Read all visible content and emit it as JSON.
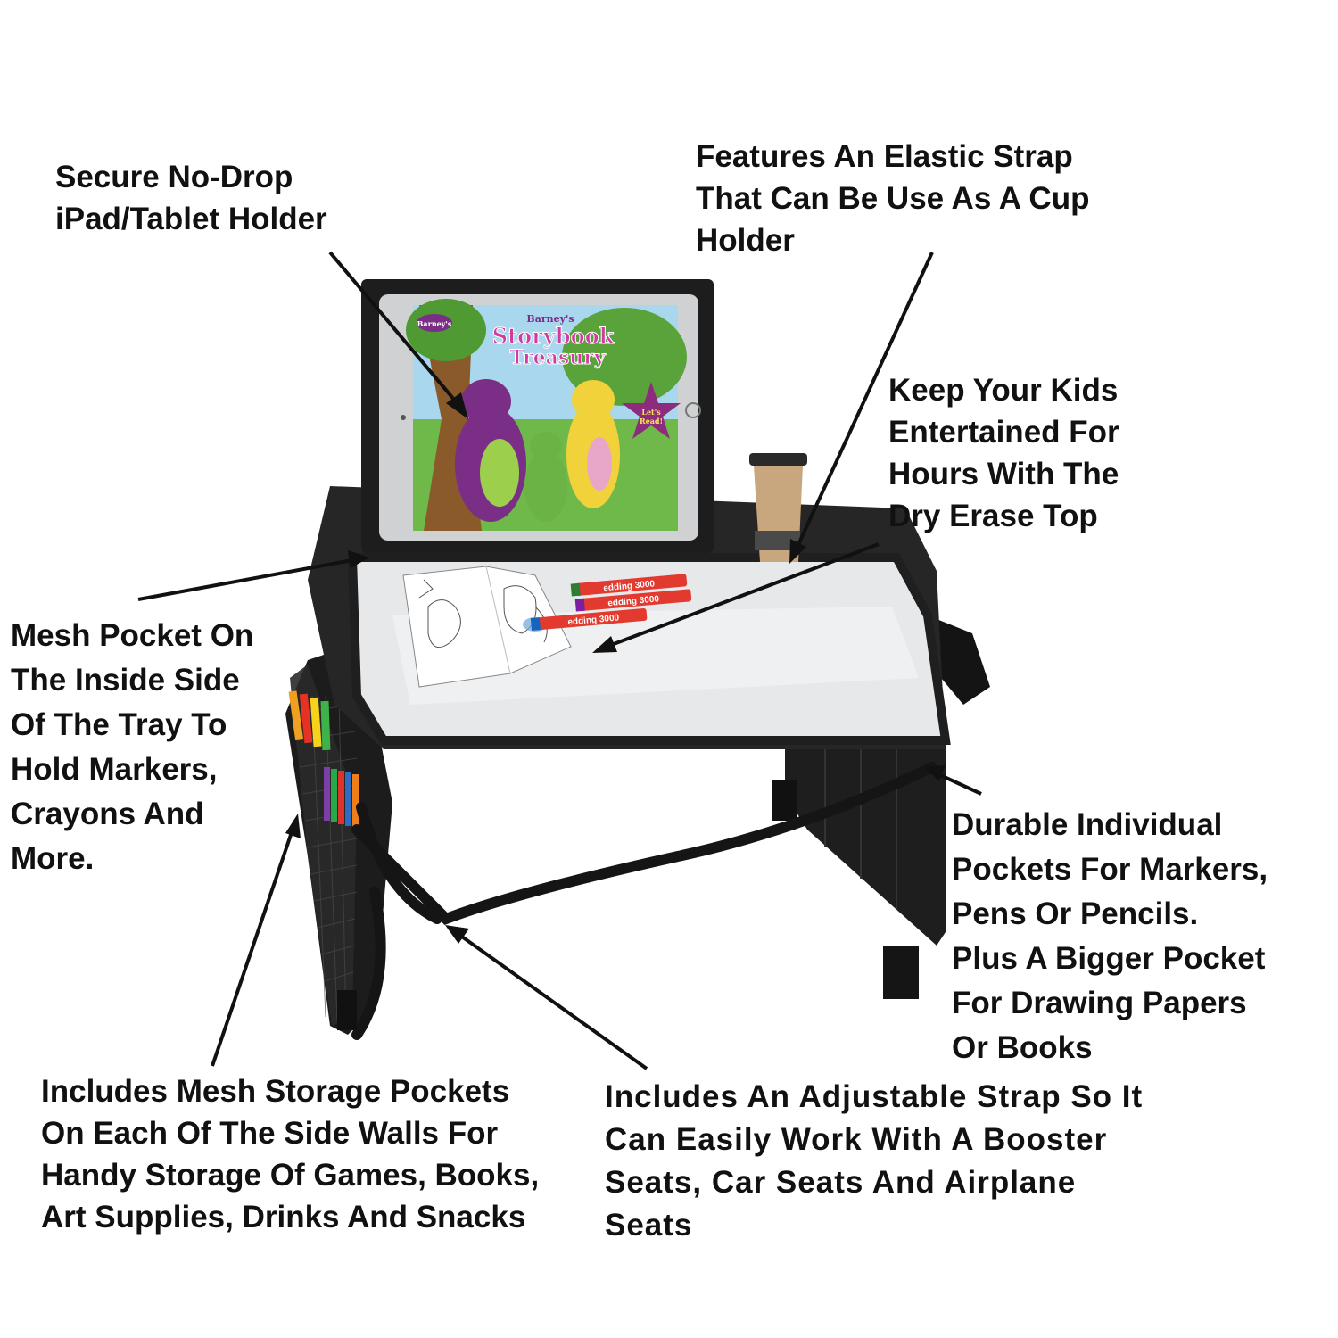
{
  "callouts": {
    "tablet_holder": {
      "lines": [
        "Secure No-Drop",
        "iPad/Tablet Holder"
      ]
    },
    "cup_holder": {
      "lines": [
        "Features An Elastic Strap",
        "That Can Be Use As A Cup",
        "Holder"
      ]
    },
    "dry_erase": {
      "lines": [
        "Keep Your Kids",
        "Entertained For",
        "Hours With The",
        "Dry Erase Top"
      ]
    },
    "mesh_inside": {
      "lines": [
        "Mesh Pocket On",
        "The Inside Side",
        "Of The Tray To",
        "Hold Markers,",
        "Crayons And",
        "More."
      ]
    },
    "individual_pockets": {
      "lines": [
        "Durable Individual",
        "Pockets For Markers,",
        "Pens Or Pencils.",
        "Plus A Bigger Pocket",
        "For Drawing Papers",
        "Or Books"
      ]
    },
    "mesh_side": {
      "lines": [
        "Includes Mesh Storage Pockets",
        "On Each Of The Side Walls For",
        "Handy Storage Of Games, Books,",
        "Art Supplies, Drinks And Snacks"
      ]
    },
    "adjustable_strap": {
      "lines": [
        "Includes An Adjustable Strap So It",
        "Can Easily Work With A Booster",
        "Seats, Car Seats And Airplane",
        "Seats"
      ]
    }
  },
  "tablet_screen": {
    "brand": "Barney's",
    "title_line1": "Storybook",
    "title_line2": "Treasury",
    "badge_line1": "Let's",
    "badge_line2": "Read!"
  },
  "marker_label": "edding 3000",
  "colors": {
    "tray_fabric": "#262626",
    "tray_surface": "#e6e8ea",
    "text": "#111111",
    "screen_sky": "#a9d7ee",
    "screen_grass": "#6fb84a",
    "barney_purple": "#7b2e86",
    "cup_body": "#c9a77e"
  }
}
